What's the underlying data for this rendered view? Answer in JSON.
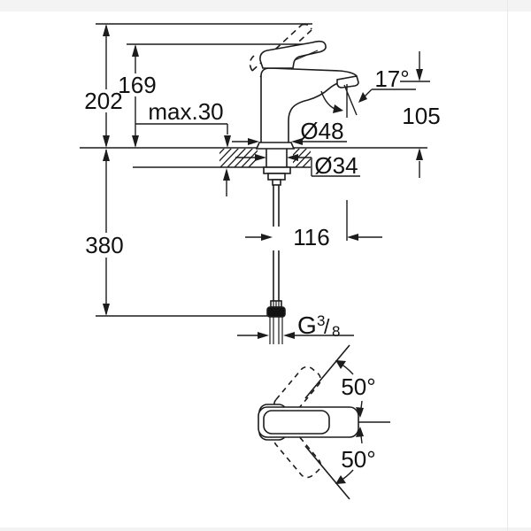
{
  "page": {
    "colors": {
      "line": "#1c1c1c",
      "background": "#ffffff",
      "band": "#f3f3f3"
    }
  },
  "drawing": {
    "description": "Single-lever basin mixer technical dimension drawing, side view and top view",
    "dimensions": {
      "overall_height": "202",
      "spout_height": "169",
      "max_mounting_depth": "max.30",
      "outlet_height": "105",
      "spout_angle": "17°",
      "base_diameter": "Ø48",
      "shank_diameter": "Ø34",
      "spout_reach": "116",
      "supply_length": "380",
      "swivel_angle_upper": "50°",
      "swivel_angle_lower": "50°"
    },
    "thread": {
      "unit": "G",
      "numerator": "3",
      "slash": "/",
      "denominator": "8"
    }
  }
}
